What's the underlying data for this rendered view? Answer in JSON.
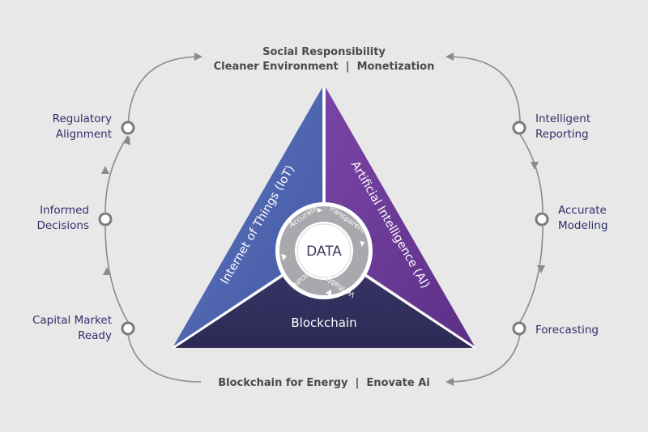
{
  "top": {
    "line1": "Social Responsibility",
    "line2": "Cleaner Environment  |  Monetization"
  },
  "bottom": {
    "label": "Blockchain for Energy  |  Enovate Ai"
  },
  "left_items": [
    {
      "lines": [
        "Regulatory",
        "Alignment"
      ]
    },
    {
      "lines": [
        "Informed",
        "Decisions"
      ]
    },
    {
      "lines": [
        "Capital Market",
        "Ready"
      ]
    }
  ],
  "right_items": [
    {
      "lines": [
        "Intelligent",
        "Reporting"
      ]
    },
    {
      "lines": [
        "Accurate",
        "Modeling"
      ]
    },
    {
      "lines": [
        "Forecasting"
      ]
    }
  ],
  "triangle": {
    "left_label": "Internet of Things (IoT)",
    "right_label": "Artificial Intelligence (AI)",
    "bottom_label": "Blockchain",
    "center_label": "DATA",
    "ring_words": [
      "Accurate",
      "Transparent",
      "Verifiable",
      "Secure"
    ]
  },
  "colors": {
    "background": "#e8e8e9",
    "left_face": "#4f65b0",
    "right_face": "#6a3a94",
    "bottom_face": "#32305e",
    "ring": "#a9a9ad",
    "text_dark": "#2f2f6a",
    "text_gray": "#4a4a4f"
  }
}
